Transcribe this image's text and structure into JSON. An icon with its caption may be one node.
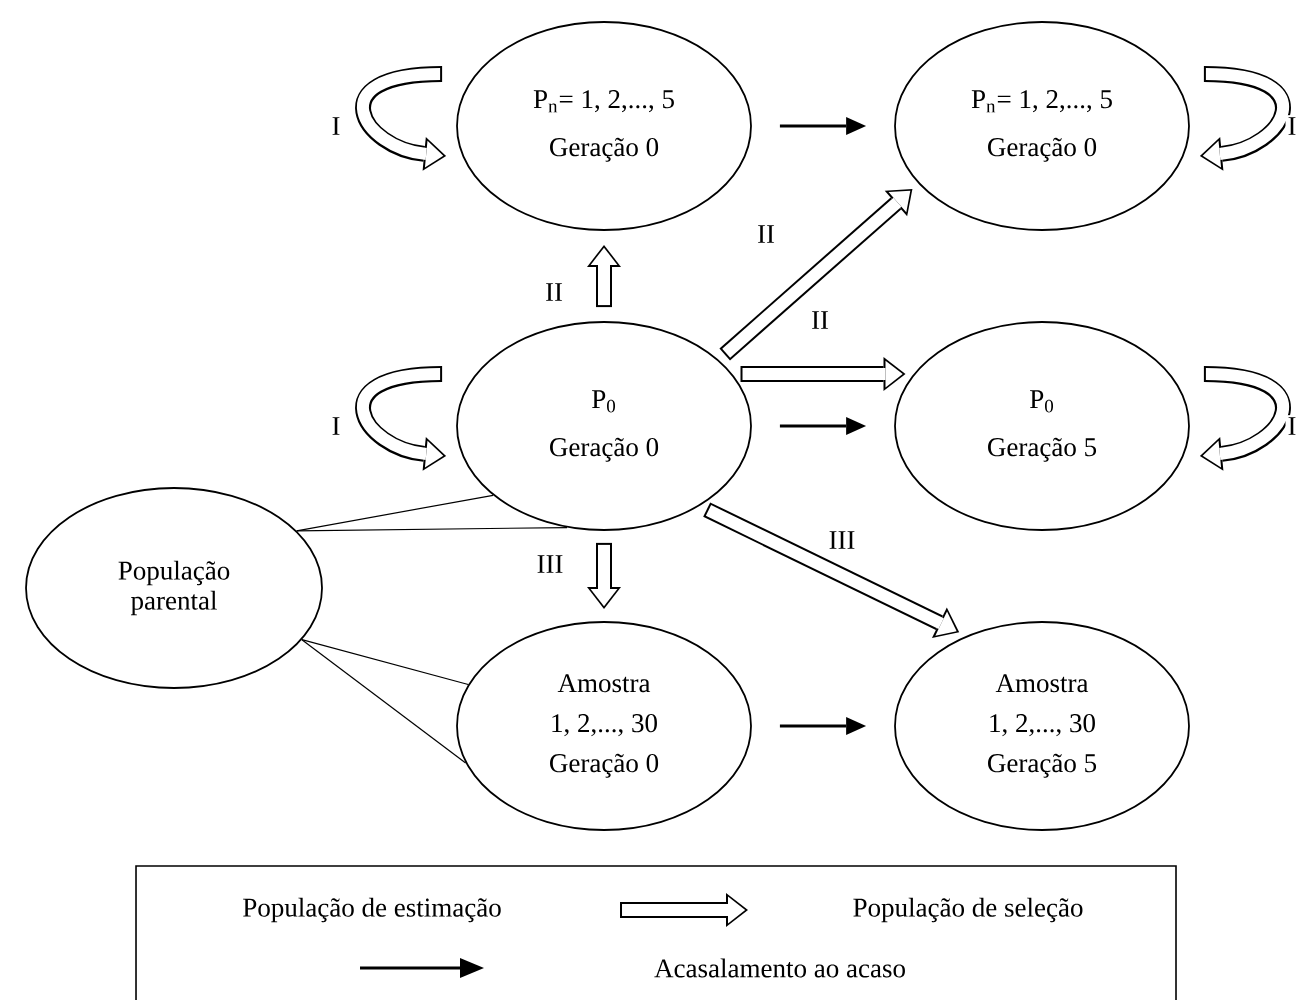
{
  "diagram": {
    "nodes": [
      {
        "text": [
          "P$_{n}$= 1, 2,..., 5",
          "Geração 0"
        ]
      },
      {
        "text": [
          "P$_{n}$= 1, 2,..., 5",
          "Geração 0"
        ]
      },
      {
        "text": [
          "P$_{0}$",
          "Geração 0"
        ]
      },
      {
        "text": [
          "P$_{0}$",
          "Geração 5"
        ]
      },
      {
        "text": [
          "População parental"
        ]
      },
      {
        "text": [
          "Amostra",
          "1, 2,..., 30",
          "Geração 0"
        ]
      },
      {
        "text": [
          "Amostra",
          "1, 2,..., 30",
          "Geração 5"
        ]
      }
    ],
    "edges": [
      {
        "from": null,
        "to": 0,
        "arrow": "to",
        "label": "I"
      },
      {
        "from": 0,
        "to": 1,
        "arrow": "to"
      },
      {
        "from": null,
        "to": 1,
        "arrow": "to",
        "label": "I"
      },
      {
        "from": 2,
        "to": 0,
        "arrow": "to",
        "label": "II"
      },
      {
        "from": 2,
        "to": 1,
        "arrow": "to",
        "label": "II",
        "color": "#ffffff"
      },
      {
        "from": null,
        "to": 2,
        "arrow": "to",
        "label": "I"
      },
      {
        "from": 2,
        "to": 3,
        "arrow": "to",
        "label": "II"
      },
      {
        "from": 2,
        "to": 3,
        "arrow": "to"
      },
      {
        "from": null,
        "to": 3,
        "arrow": "to",
        "label": "I"
      },
      {
        "from": 4,
        "to": 2,
        "arrow": "none"
      },
      {
        "from": 4,
        "to": 2,
        "arrow": "none"
      },
      {
        "from": 4,
        "to": 5,
        "arrow": "none"
      },
      {
        "from": 4,
        "to": 5,
        "arrow": "none"
      },
      {
        "from": 2,
        "to": 5,
        "arrow": "to",
        "label": "III",
        "color": "#ffffff"
      },
      {
        "from": 2,
        "to": 6,
        "arrow": "to",
        "label": "III"
      },
      {
        "from": 5,
        "to": 6,
        "arrow": "to"
      }
    ],
    "legend": [
      {
        "text": "População de estimação"
      },
      {
        "text": "População de seleção"
      },
      {
        "text": "Acasalamento ao acaso"
      }
    ]
  }
}
